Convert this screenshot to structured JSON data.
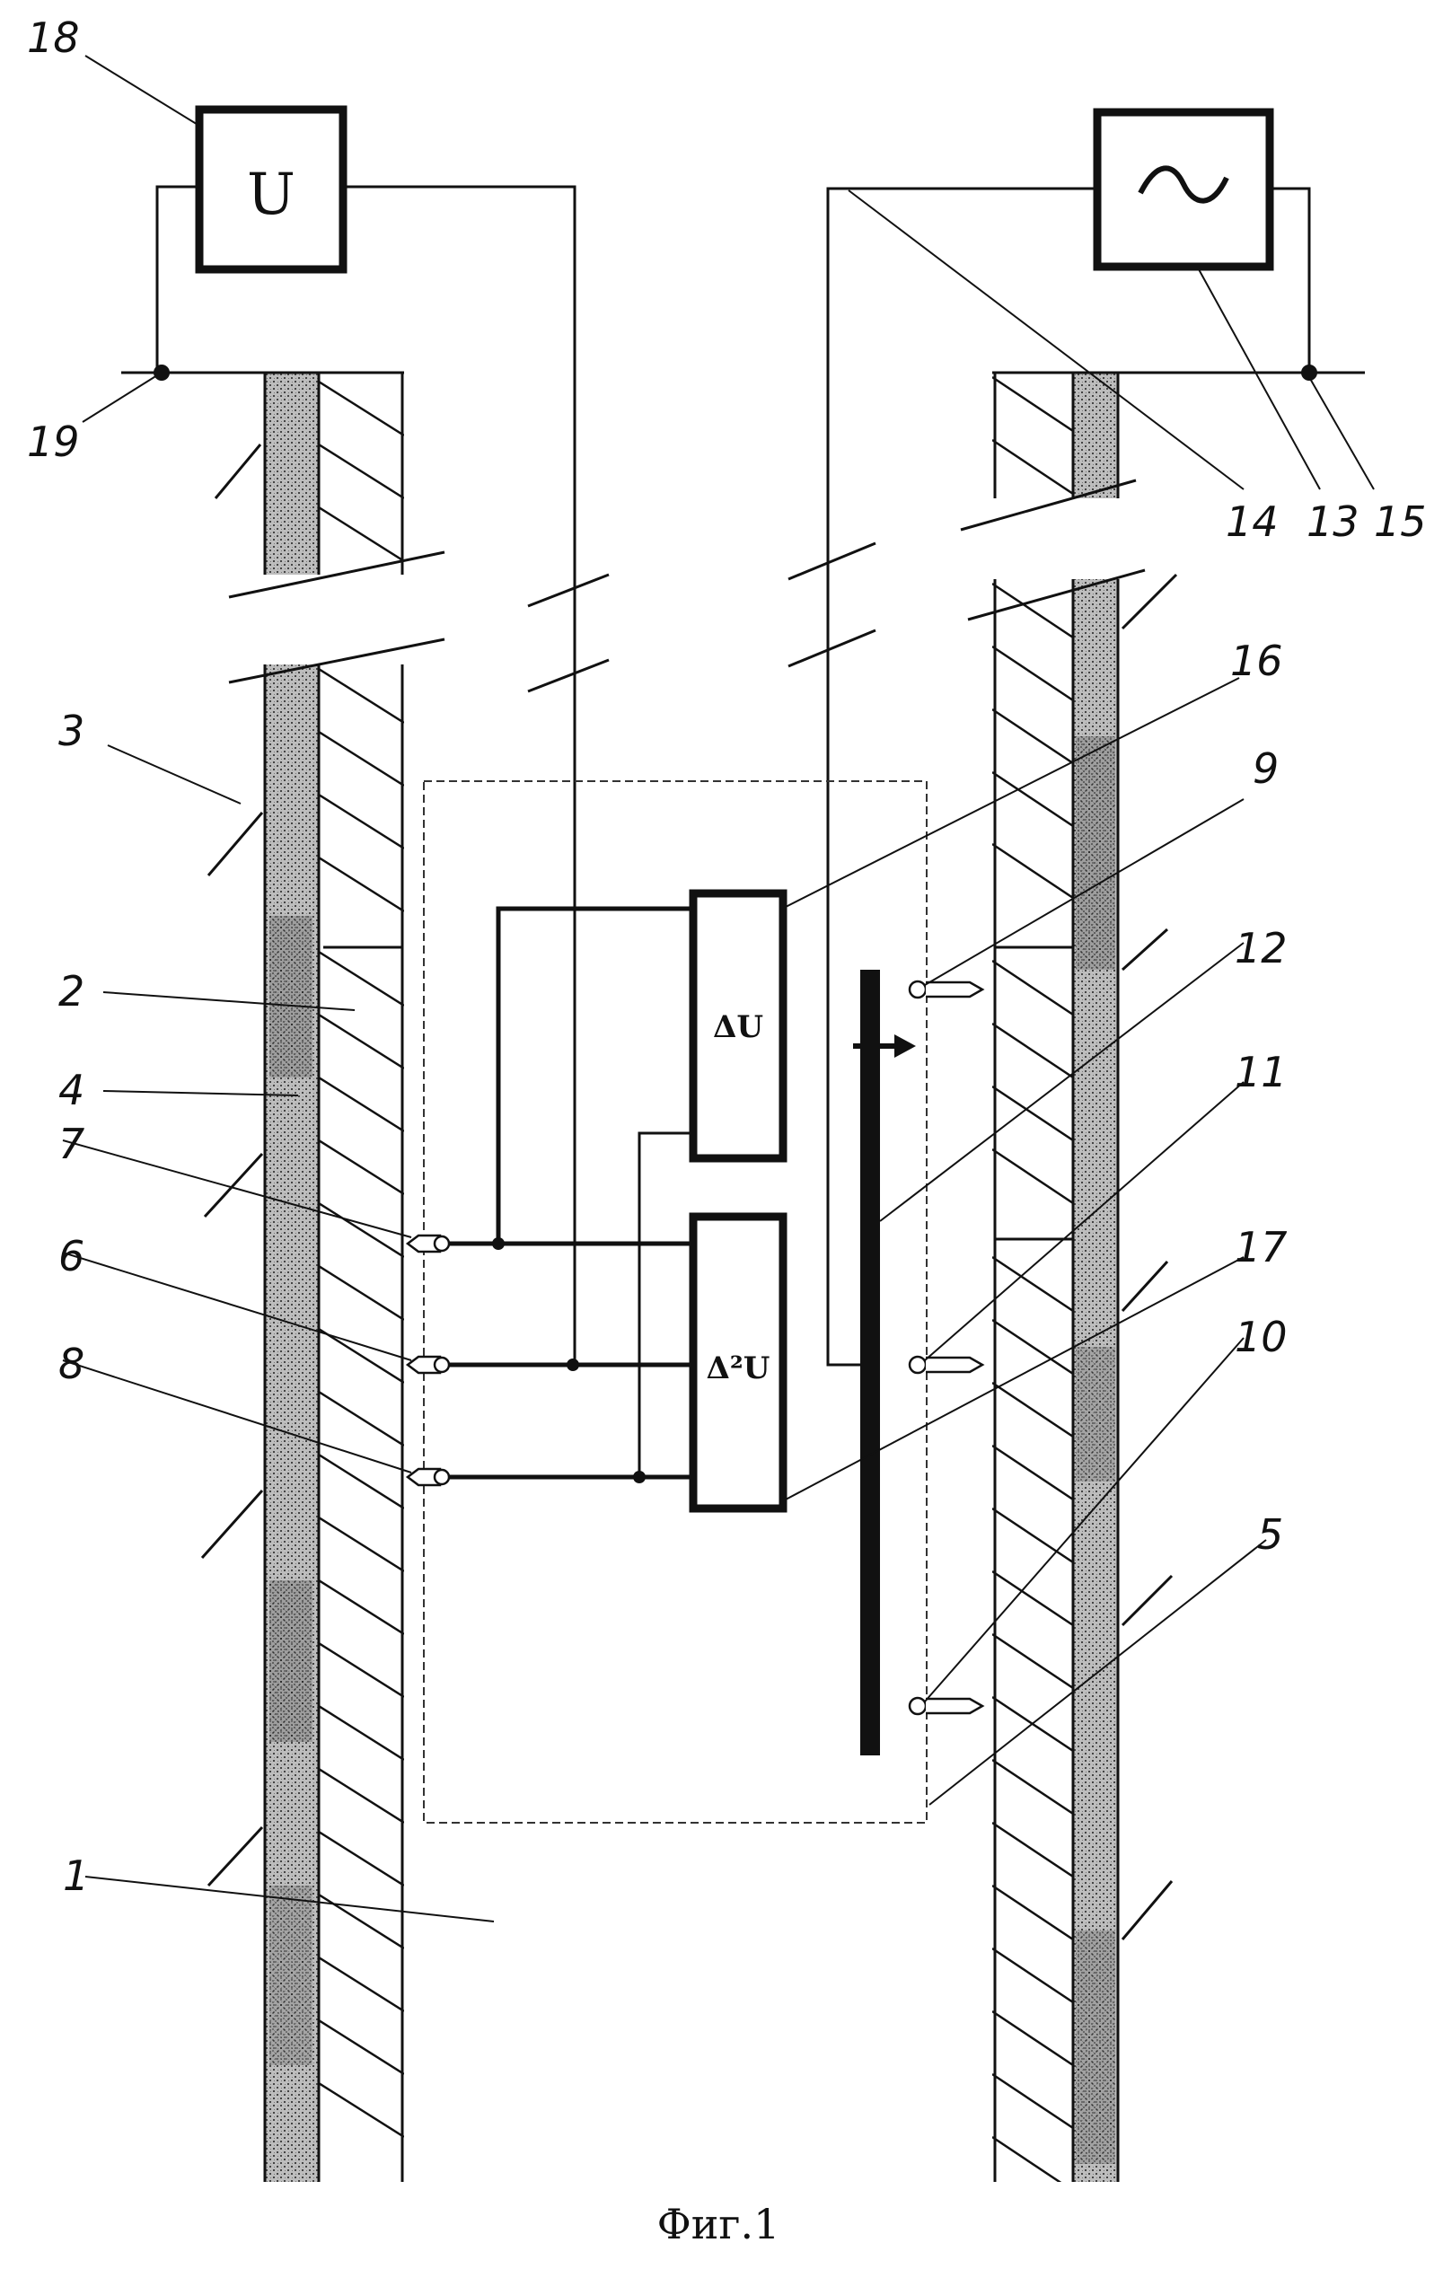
{
  "labels": {
    "n1": "1",
    "n2": "2",
    "n3": "3",
    "n4": "4",
    "n5": "5",
    "n6": "6",
    "n7": "7",
    "n8": "8",
    "n9": "9",
    "n10": "10",
    "n11": "11",
    "n12": "12",
    "n13": "13",
    "n14": "14",
    "n15": "15",
    "n16": "16",
    "n17": "17",
    "n18": "18",
    "n19": "19"
  },
  "blocks": {
    "voltmeter": "U",
    "generator": "~",
    "first_difference": "ΔU",
    "second_difference": "Δ²U"
  },
  "caption": "Фиг.1"
}
